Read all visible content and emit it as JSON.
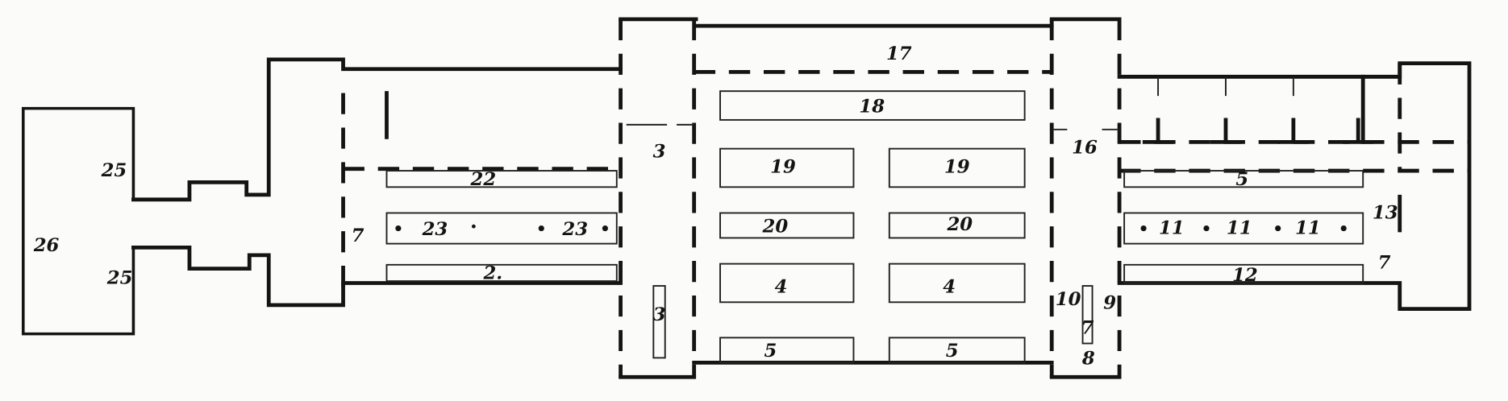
{
  "labels": {
    "r26": "26",
    "r25_top": "25",
    "r25_bottom": "25",
    "r7_left": "7",
    "r22": "22",
    "r23_a": "23",
    "r23_b": "23",
    "r2": "2.",
    "r3_top": "3",
    "r3_bottom": "3",
    "r17": "17",
    "r18": "18",
    "r19_a": "19",
    "r19_b": "19",
    "r20_a": "20",
    "r20_b": "20",
    "r4_a": "4",
    "r4_b": "4",
    "r5_a": "5",
    "r5_b": "5",
    "r16": "16",
    "r10": "10",
    "r9": "9",
    "r7_mid": "7",
    "r8": "8",
    "r5_right": "5",
    "r11_a": "11",
    "r11_b": "11",
    "r11_c": "11",
    "r12": "12",
    "r13": "13",
    "r7_right": "7"
  },
  "colors": {
    "ink": "#141414",
    "paper": "#fbfbf9"
  }
}
